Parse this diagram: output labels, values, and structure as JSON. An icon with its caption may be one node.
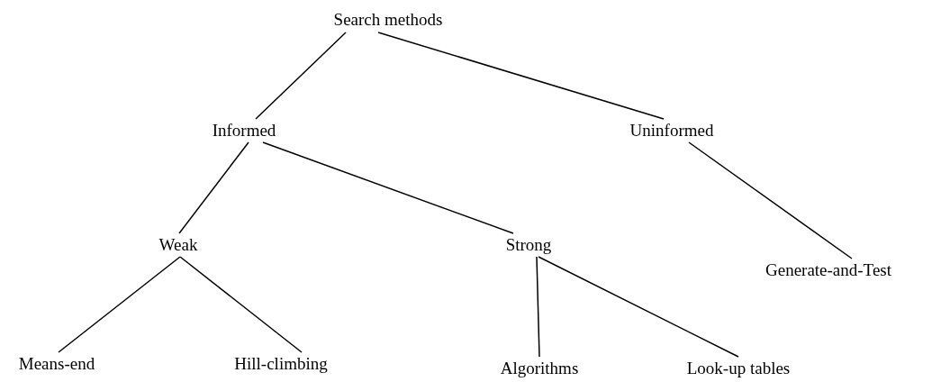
{
  "diagram": {
    "nodes": [
      {
        "text": [
          "Search methods"
        ]
      },
      {
        "text": [
          "Informed"
        ]
      },
      {
        "text": [
          "Uninformed"
        ]
      },
      {
        "text": [
          "Weak"
        ]
      },
      {
        "text": [
          "Strong"
        ]
      },
      {
        "text": [
          "Generate-and-Test"
        ]
      },
      {
        "text": [
          "Means-end"
        ]
      },
      {
        "text": [
          "Hill-climbing"
        ]
      },
      {
        "text": [
          "Algorithms"
        ]
      },
      {
        "text": [
          "Look-up tables"
        ]
      }
    ],
    "edges": [
      {
        "from": 0,
        "to": 1,
        "arrow": "none"
      },
      {
        "from": 0,
        "to": 2,
        "arrow": "none"
      },
      {
        "from": 1,
        "to": 3,
        "arrow": "none"
      },
      {
        "from": 1,
        "to": 4,
        "arrow": "none"
      },
      {
        "from": 2,
        "to": 5,
        "arrow": "none"
      },
      {
        "from": 3,
        "to": 6,
        "arrow": "none"
      },
      {
        "from": 3,
        "to": 7,
        "arrow": "none"
      },
      {
        "from": 4,
        "to": 8,
        "arrow": "none"
      },
      {
        "from": 4,
        "to": 9,
        "arrow": "none"
      }
    ]
  }
}
